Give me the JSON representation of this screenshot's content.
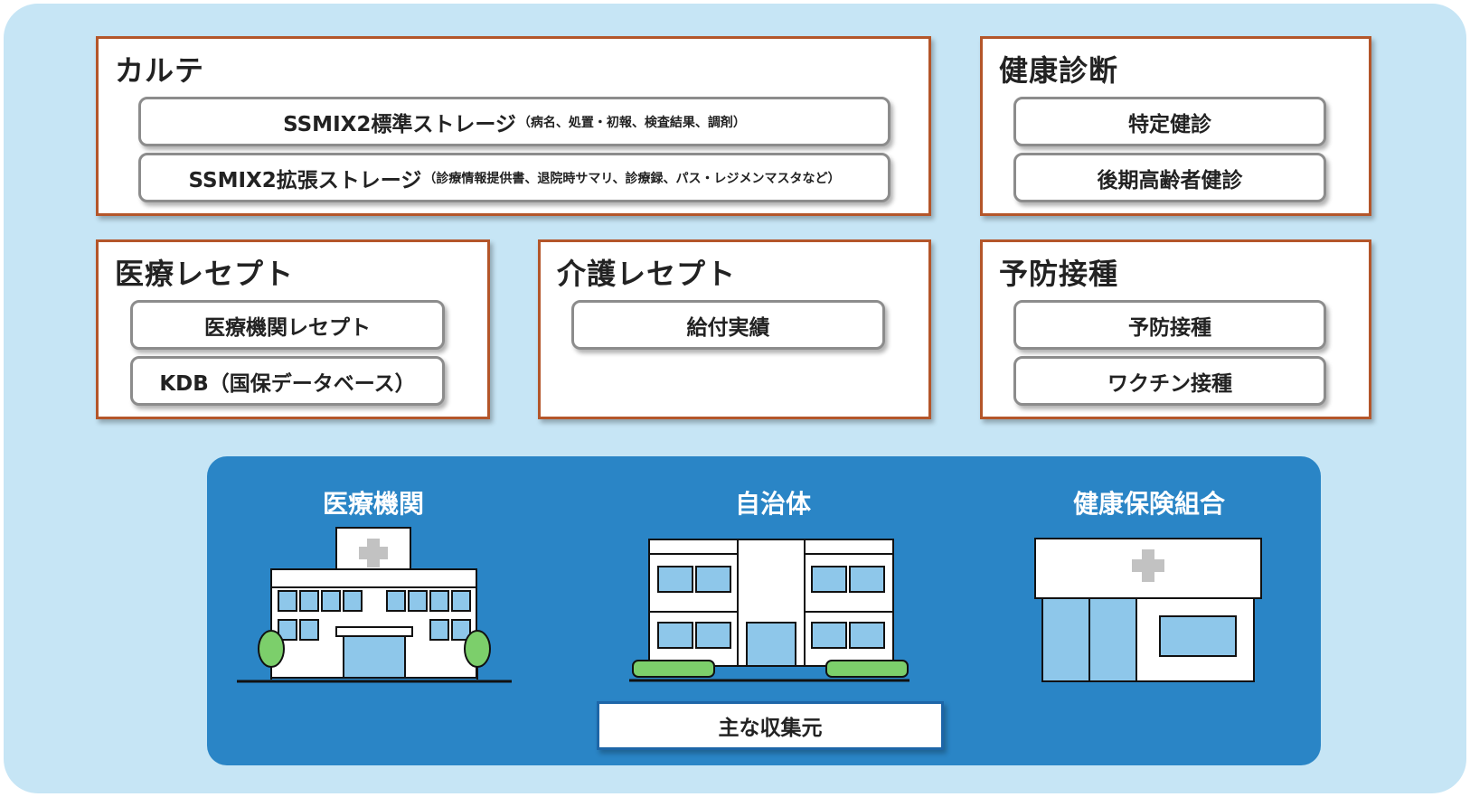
{
  "karte": {
    "title": "カルテ",
    "items": [
      {
        "label": "SSMIX2標準ストレージ",
        "note": "（病名、処置・初報、検査結果、調剤）"
      },
      {
        "label": "SSMIX2拡張ストレージ",
        "note": "（診療情報提供書、退院時サマリ、診療録、パス・レジメンマスタなど）"
      }
    ]
  },
  "kenko_shindan": {
    "title": "健康診断",
    "items": [
      "特定健診",
      "後期高齢者健診"
    ]
  },
  "iryo_receipt": {
    "title": "医療レセプト",
    "items": [
      "医療機関レセプト",
      "KDB（国保データベース）"
    ]
  },
  "kaigo_receipt": {
    "title": "介護レセプト",
    "items": [
      "給付実績"
    ]
  },
  "yobo_sesshu": {
    "title": "予防接種",
    "items": [
      "予防接種",
      "ワクチン接種"
    ]
  },
  "sources": {
    "hospital": "医療機関",
    "municipality": "自治体",
    "insurer": "健康保険組合",
    "caption": "主な収集元"
  },
  "colors": {
    "background": "#c6e5f5",
    "box_border": "#b4562a",
    "pill_border": "#8c8c8c",
    "panel": "#2a85c6",
    "window": "#8ec7ea",
    "tree": "#7ccf6b"
  },
  "icons": [
    "hospital-icon",
    "municipal-office-icon",
    "clinic-icon"
  ]
}
